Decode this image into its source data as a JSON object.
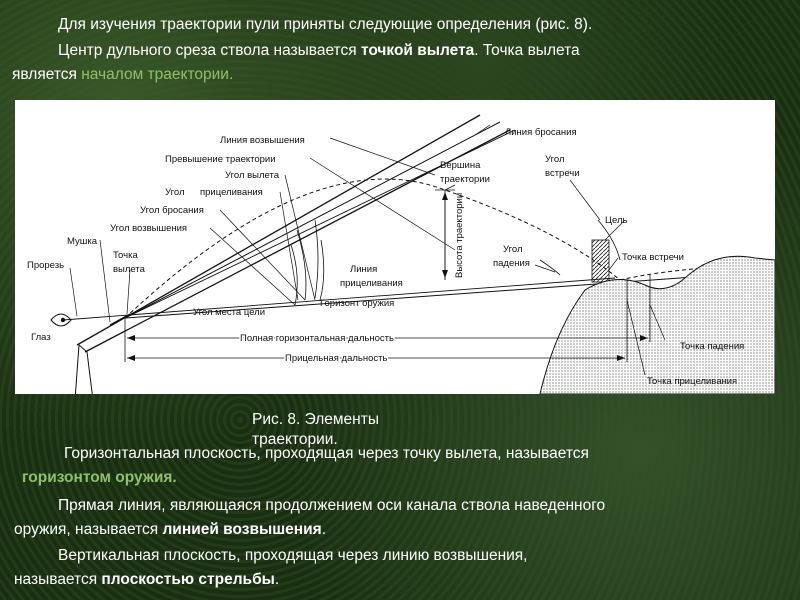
{
  "intro": {
    "line1": "Для изучения траектории пули приняты следующие определения (рис. 8).",
    "line2_a": "Центр дульного среза ствола называется ",
    "line2_b": "точкой вылета",
    "line2_c": ". Точка вылета",
    "line3_a": "является ",
    "line3_b": "началом траектории."
  },
  "figure": {
    "labels": {
      "elevation_line": "Линия возвышения",
      "throw_line": "Линия бросания",
      "trajectory_excess": "Превышение траектории",
      "departure_angle": "Угол вылета",
      "aiming_angle_1": "Угол",
      "aiming_angle_2": "прицеливания",
      "throw_angle": "Угол бросания",
      "elevation_angle": "Угол возвышения",
      "front_sight": "Мушка",
      "departure_point_1": "Точка",
      "departure_point_2": "вылета",
      "rear_sight": "Прорезь",
      "eye": "Глаз",
      "vertex_1": "Вершина",
      "vertex_2": "траектории",
      "height_vertical": "Высота траектории",
      "meeting_angle_1": "Угол",
      "meeting_angle_2": "встречи",
      "target": "Цель",
      "meeting_point": "Точка встречи",
      "fall_angle_1": "Угол",
      "fall_angle_2": "падения",
      "sight_line_1": "Линия",
      "sight_line_2": "прицеливания",
      "weapon_horizon": "Горизонт оружия",
      "target_place_angle": "Угол места цели",
      "full_horizontal_range": "Полная горизонтальная дальность",
      "aiming_range": "Прицельная дальность",
      "fall_point": "Точка падения",
      "aiming_point": "Точка прицеливания"
    }
  },
  "caption": "Рис. 8. Элементы траектории.",
  "body": {
    "p1_a": "Горизонтальная плоскость, проходящая через точку вылета, называется",
    "p1_b": "горизонтом оружия.",
    "p2_a": "Прямая линия, являющаяся продолжением оси канала ствола наведенного",
    "p2_b": "оружия, называется ",
    "p2_c": "линией возвышения",
    "p2_d": ".",
    "p3_a": "Вертикальная плоскость, проходящая через линию возвышения,",
    "p3_b": "называется ",
    "p3_c": "плоскостью стрельбы",
    "p3_d": "."
  }
}
